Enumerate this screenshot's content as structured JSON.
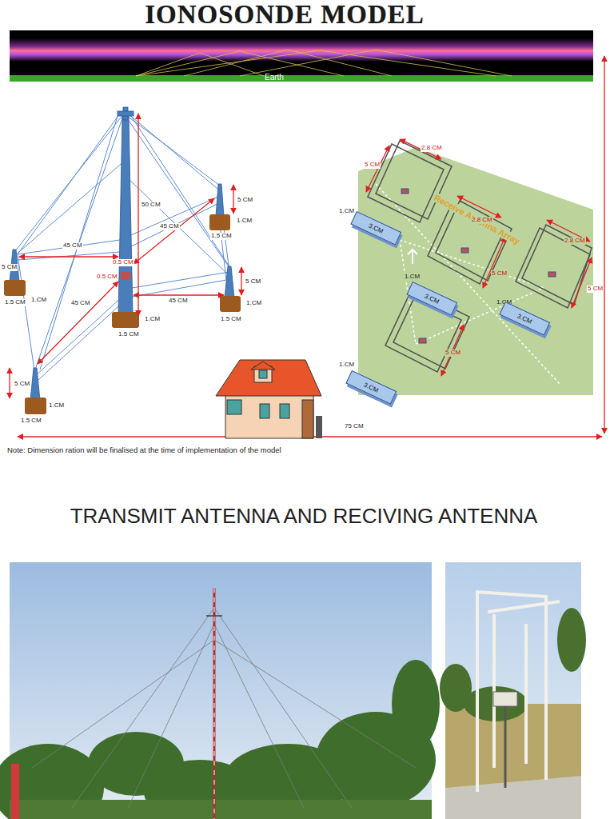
{
  "diagram": {
    "title": "IONOSONDE MODEL",
    "nodes": [
      {
        "text": [
          "3.CM"
        ]
      },
      {
        "text": [
          "3.CM"
        ]
      },
      {
        "text": [
          "3.CM"
        ]
      },
      {
        "text": [
          "3.CM"
        ]
      }
    ],
    "labels": [
      "Earth",
      "50 CM",
      "45 CM",
      "45 CM",
      "0.5 CM",
      "0.5 CM",
      "45 CM",
      "45 CM",
      "5 CM",
      "1.CM",
      "1.5 CM",
      "5 CM",
      "1.CM",
      "1.5 CM",
      "5 CM",
      "1.CM",
      "1.5 CM",
      "1.CM",
      "1.5 CM",
      "5 CM",
      "1.CM",
      "1.5 CM",
      "2.8 CM",
      "5 CM",
      "1.CM",
      "Receive Antenna Array",
      "2.8 CM",
      "1.CM",
      "5 CM",
      "2.8 CM",
      "5 CM",
      "1.CM",
      "1.CM",
      "5 CM",
      "75 CM",
      "Note: Dimension ration will be finalised at the time of implementation of the model",
      "TRANSMIT ANTENNA AND RECIVING ANTENNA"
    ]
  }
}
